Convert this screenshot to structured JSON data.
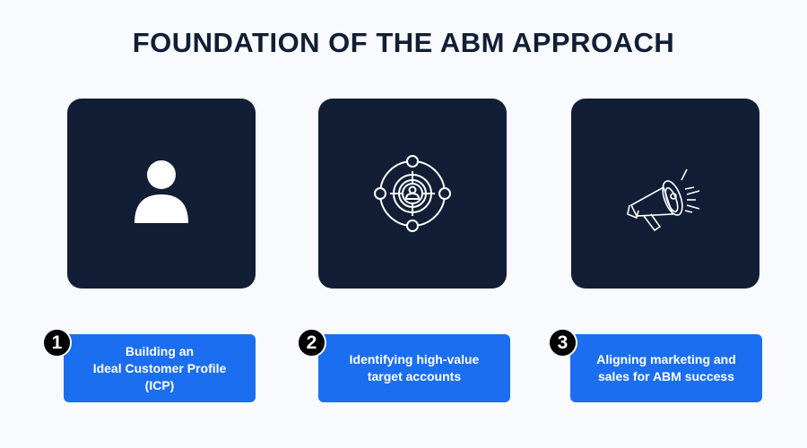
{
  "title": "FOUNDATION OF THE ABM APPROACH",
  "steps": [
    {
      "number": "1",
      "label": "Building an\nIdeal Customer Profile\n(ICP)",
      "icon": "person-icon"
    },
    {
      "number": "2",
      "label": "Identifying high-value\ntarget accounts",
      "icon": "target-person-icon"
    },
    {
      "number": "3",
      "label": "Aligning marketing and\nsales for ABM success",
      "icon": "megaphone-icon"
    }
  ],
  "colors": {
    "background": "#f8fafd",
    "card": "#111e35",
    "label": "#1b6ef0"
  }
}
